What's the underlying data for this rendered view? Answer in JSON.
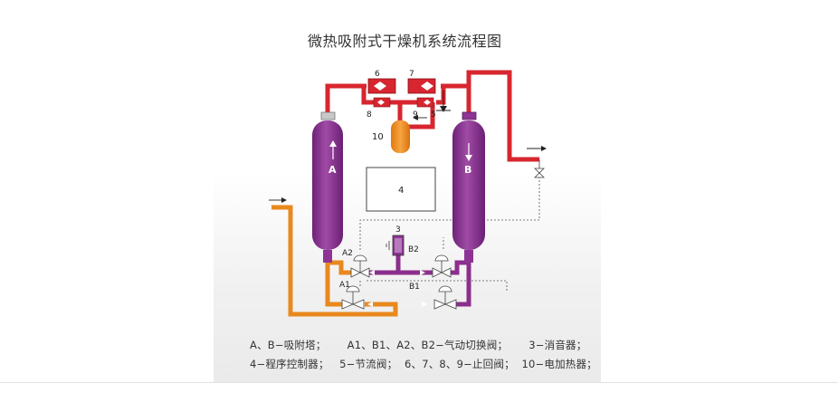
{
  "title": "微热吸附式干燥机系统流程图",
  "labels": {
    "tower_a": "A",
    "tower_b": "B",
    "controller": "4",
    "heater": "10",
    "check_valve_6": "6",
    "check_valve_7": "7",
    "check_valve_8": "8",
    "check_valve_9": "9",
    "throttle_5": "5",
    "silencer": "3",
    "valve_a1": "A1",
    "valve_a2": "A2",
    "valve_b1": "B1",
    "valve_b2": "B2"
  },
  "legend": {
    "line1": "A、B−吸附塔；      A1、B1、A2、B2−气动切换阀；      3−消音器；",
    "line2": "4−程序控制器；   5−节流阀；  6、7、8、9−止回阀；  10−电加热器；"
  },
  "colors": {
    "dry_air": "#d7262f",
    "wet_air": "#e8891e",
    "regen": "#8b2f8c",
    "tower": "#8e3494",
    "heater": "#ee8a1a"
  }
}
